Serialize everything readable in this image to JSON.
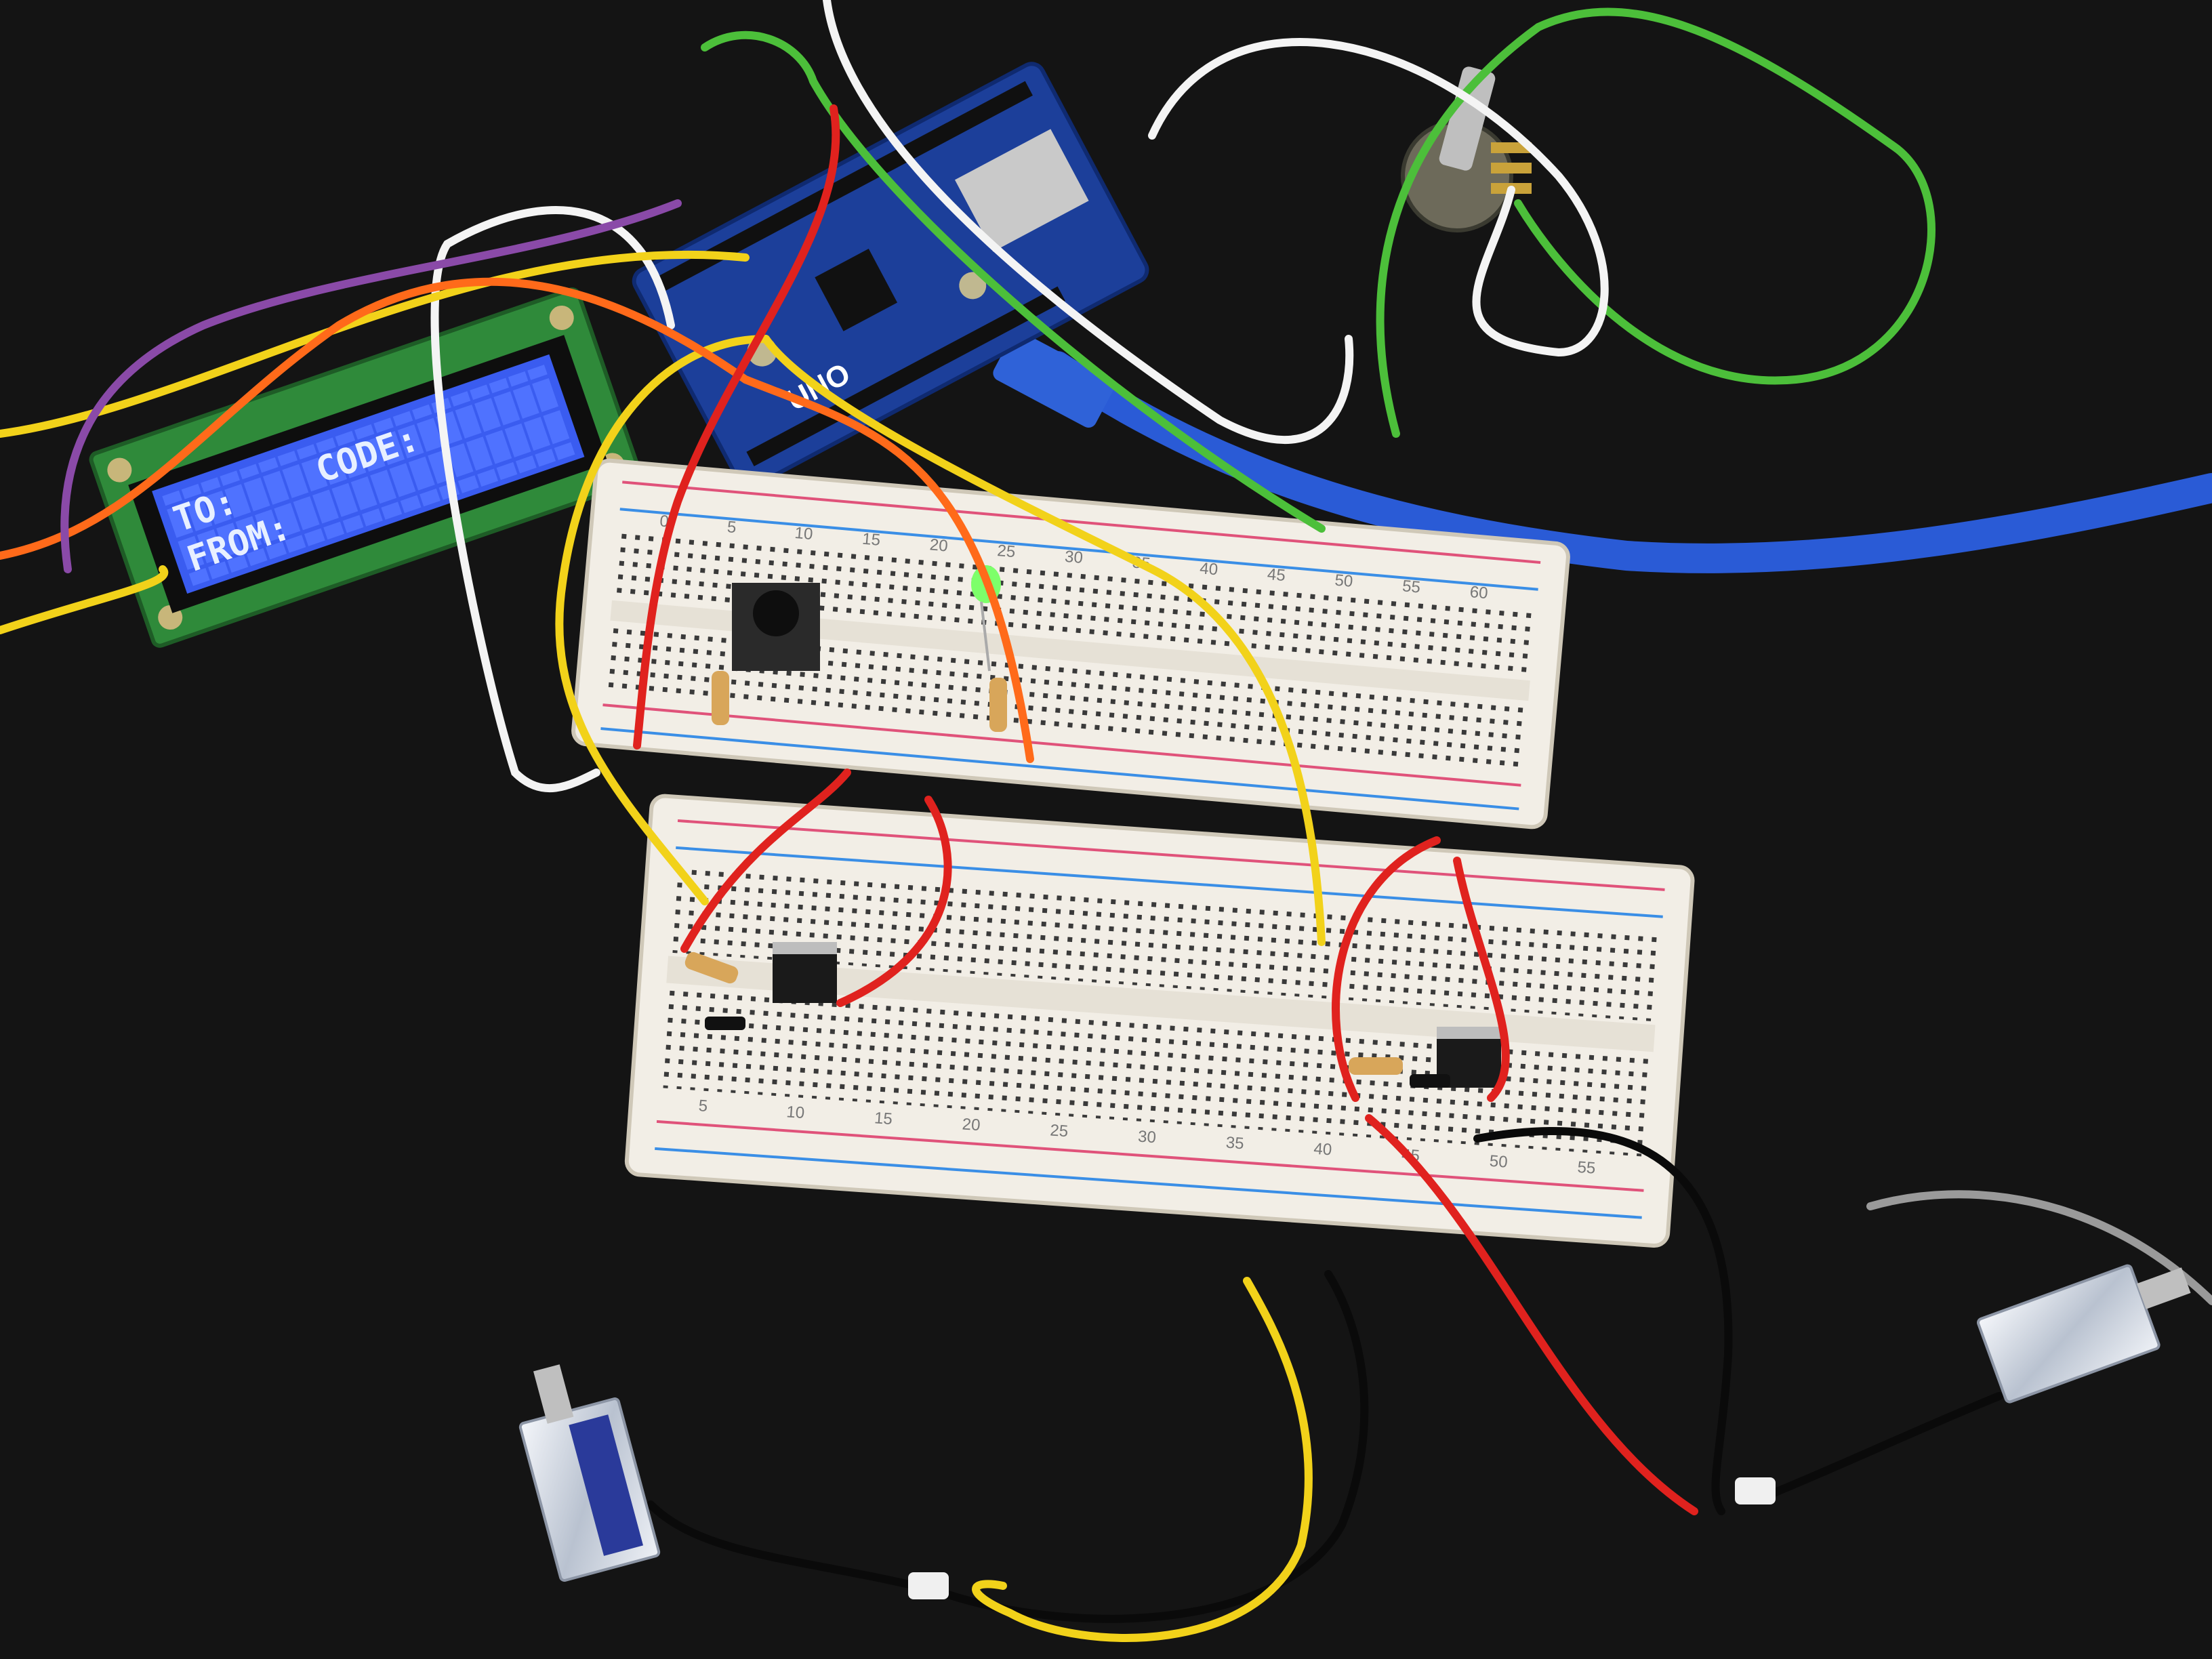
{
  "lcd": {
    "line1_left": "TO:",
    "line1_right": "CODE:",
    "line2": "FROM:"
  },
  "arduino": {
    "model_label": "UNO"
  },
  "breadboard_upper": {
    "column_numbers": [
      "0",
      "5",
      "10",
      "15",
      "20",
      "25",
      "30",
      "35",
      "40",
      "45",
      "50",
      "55",
      "60"
    ]
  },
  "breadboard_lower": {
    "column_numbers": [
      "5",
      "10",
      "15",
      "20",
      "25",
      "30",
      "35",
      "40",
      "45",
      "50",
      "55"
    ]
  },
  "colors": {
    "background": "#141414",
    "breadboard": "#f2eee6",
    "lcd_screen": "#3a5cf0",
    "lcd_pcb": "#2f8a3a",
    "arduino_pcb": "#1c3f9a",
    "usb_cable": "#2a5bd6",
    "wire_red": "#e0221e",
    "wire_yellow": "#f2d21a",
    "wire_green": "#4cbf3a",
    "wire_white": "#f4f4f4",
    "wire_black": "#0a0a0a",
    "wire_orange": "#ff6a1a",
    "wire_purple": "#8a4aa8"
  }
}
